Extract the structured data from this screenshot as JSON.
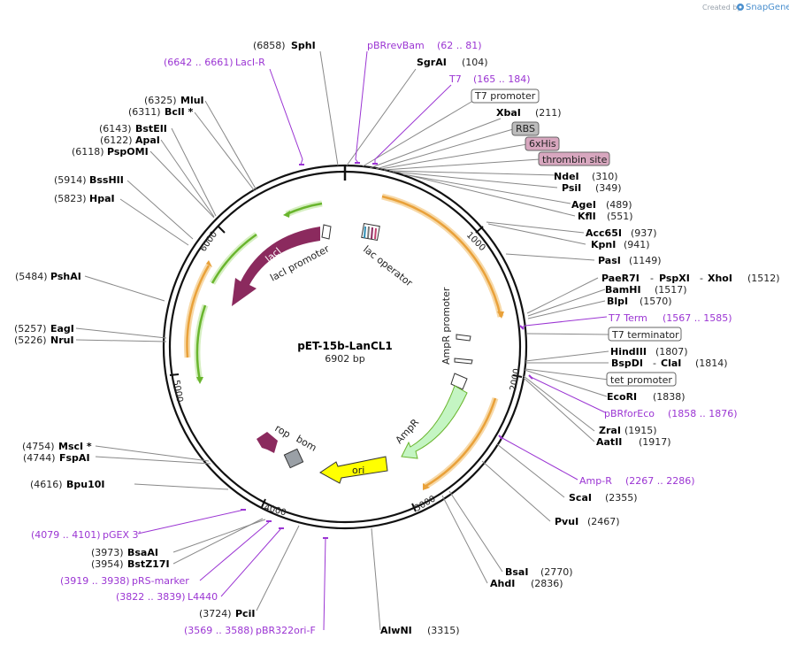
{
  "branding": {
    "created_by": "Created by",
    "name": "SnapGene"
  },
  "plasmid": {
    "name": "pET-15b-LanCL1",
    "length": "6902 bp"
  },
  "ticks": [
    "1000",
    "2000",
    "3000",
    "4000",
    "5000",
    "6000"
  ],
  "sites": {
    "sphI": {
      "pos": "(6858)",
      "name": "SphI"
    },
    "pbrrevbam": {
      "name": "pBRrevBam",
      "range": "(62 .. 81)"
    },
    "laciR": {
      "range": "(6642 .. 6661)",
      "name": "LacI-R"
    },
    "sgrai": {
      "name": "SgrAI",
      "pos": "(104)"
    },
    "t7": {
      "name": "T7",
      "range": "(165 .. 184)"
    },
    "t7promoter": {
      "name": "T7 promoter"
    },
    "mlui": {
      "pos": "(6325)",
      "name": "MluI"
    },
    "bcli": {
      "pos": "(6311)",
      "name": "BclI *"
    },
    "xbai": {
      "name": "XbaI",
      "pos": "(211)"
    },
    "rbs": {
      "name": "RBS"
    },
    "bsteii": {
      "pos": "(6143)",
      "name": "BstEII"
    },
    "apai": {
      "pos": "(6122)",
      "name": "ApaI"
    },
    "his": {
      "name": "6xHis"
    },
    "pspomi": {
      "pos": "(6118)",
      "name": "PspOMI"
    },
    "thrombin": {
      "name": "thrombin site"
    },
    "ndei": {
      "name": "NdeI",
      "pos": "(310)"
    },
    "bsshii": {
      "pos": "(5914)",
      "name": "BssHII"
    },
    "psii": {
      "name": "PsiI",
      "pos": "(349)"
    },
    "hpai": {
      "pos": "(5823)",
      "name": "HpaI"
    },
    "agei": {
      "name": "AgeI",
      "pos": "(489)"
    },
    "kfli": {
      "name": "KflI",
      "pos": "(551)"
    },
    "acc65i": {
      "name": "Acc65I",
      "pos": "(937)"
    },
    "kpni": {
      "name": "KpnI",
      "pos": "(941)"
    },
    "pasi": {
      "name": "PasI",
      "pos": "(1149)"
    },
    "psha": {
      "pos": "(5484)",
      "name": "PshAI"
    },
    "paer7i": {
      "name": "PaeR7I",
      "sep1": "-",
      "name2": "PspXI",
      "sep2": "-",
      "name3": "XhoI",
      "pos": "(1512)"
    },
    "bamhi": {
      "name": "BamHI",
      "pos": "(1517)"
    },
    "blpi": {
      "name": "BlpI",
      "pos": "(1570)"
    },
    "t7term": {
      "name": "T7 Term",
      "range": "(1567 .. 1585)"
    },
    "eagi": {
      "pos": "(5257)",
      "name": "EagI"
    },
    "t7terminator": {
      "name": "T7 terminator"
    },
    "nrui": {
      "pos": "(5226)",
      "name": "NruI"
    },
    "hindiii": {
      "name": "HindIII",
      "pos": "(1807)"
    },
    "bspdi": {
      "name": "BspDI",
      "sep": "-",
      "name2": "ClaI",
      "pos": "(1814)"
    },
    "tetpromoter": {
      "name": "tet promoter"
    },
    "ecori": {
      "name": "EcoRI",
      "pos": "(1838)"
    },
    "pbrforeco": {
      "name": "pBRforEco",
      "range": "(1858 .. 1876)"
    },
    "zrai": {
      "name": "ZraI",
      "pos": "(1915)"
    },
    "aatii": {
      "name": "AatII",
      "pos": "(1917)"
    },
    "msci": {
      "pos": "(4754)",
      "name": "MscI *"
    },
    "fspai": {
      "pos": "(4744)",
      "name": "FspAI"
    },
    "ampR": {
      "name": "Amp-R",
      "range": "(2267 .. 2286)"
    },
    "bpu10i": {
      "pos": "(4616)",
      "name": "Bpu10I"
    },
    "scai": {
      "name": "ScaI",
      "pos": "(2355)"
    },
    "pvui": {
      "name": "PvuI",
      "pos": "(2467)"
    },
    "pgex3": {
      "range": "(4079 .. 4101)",
      "name": "pGEX 3'"
    },
    "bsaai": {
      "pos": "(3973)",
      "name": "BsaAI"
    },
    "bstz17i": {
      "pos": "(3954)",
      "name": "BstZ17I"
    },
    "bsai": {
      "name": "BsaI",
      "pos": "(2770)"
    },
    "prsmarker": {
      "range": "(3919 .. 3938)",
      "name": "pRS-marker"
    },
    "ahdi": {
      "name": "AhdI",
      "pos": "(2836)"
    },
    "l4440": {
      "range": "(3822 .. 3839)",
      "name": "L4440"
    },
    "pcii": {
      "pos": "(3724)",
      "name": "PciI"
    },
    "pbr322": {
      "range": "(3569 .. 3588)",
      "name": "pBR322ori-F"
    },
    "alwni": {
      "name": "AlwNI",
      "pos": "(3315)"
    }
  },
  "features": {
    "laci": "lacI",
    "laciPromoter": "lacI promoter",
    "lacOperator": "lac operator",
    "ampR": "AmpR",
    "ampRPromoter": "AmpR promoter",
    "rop": "rop",
    "bom": "bom",
    "ori": "ori"
  },
  "colors": {
    "primer": "#9b35d3",
    "lacI": "#8b2a5e",
    "ampR": "#c4f5c3",
    "ori": "#ffff00",
    "orf": "#e9a13a",
    "greenArc": "#69b52d",
    "rbs": "#bcbcbc",
    "his": "#d8a7bf"
  }
}
